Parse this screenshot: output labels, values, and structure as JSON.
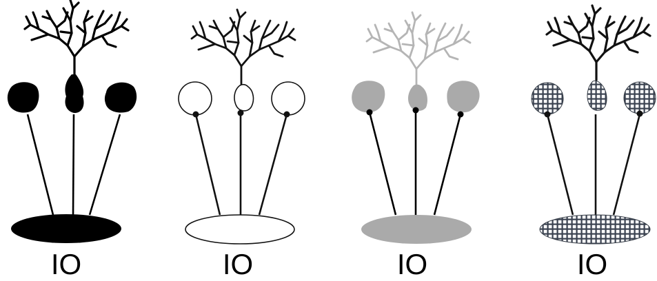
{
  "figure": {
    "panels": [
      {
        "id": "black",
        "label": "IO",
        "style": "solid-black",
        "fill": "#000000",
        "stroke": "#000000",
        "dendrite_color": "#000000"
      },
      {
        "id": "white",
        "label": "IO",
        "style": "outline",
        "fill": "#ffffff",
        "stroke": "#111111",
        "dendrite_color": "#111111"
      },
      {
        "id": "gray",
        "label": "IO",
        "style": "solid-gray",
        "fill": "#aaaaaa",
        "stroke": "#aaaaaa",
        "dendrite_color": "#b5b5b5"
      },
      {
        "id": "checkered",
        "label": "IO",
        "style": "grid-pattern",
        "fill": "pattern",
        "stroke": "#333a44",
        "dendrite_color": "#111111"
      }
    ]
  }
}
